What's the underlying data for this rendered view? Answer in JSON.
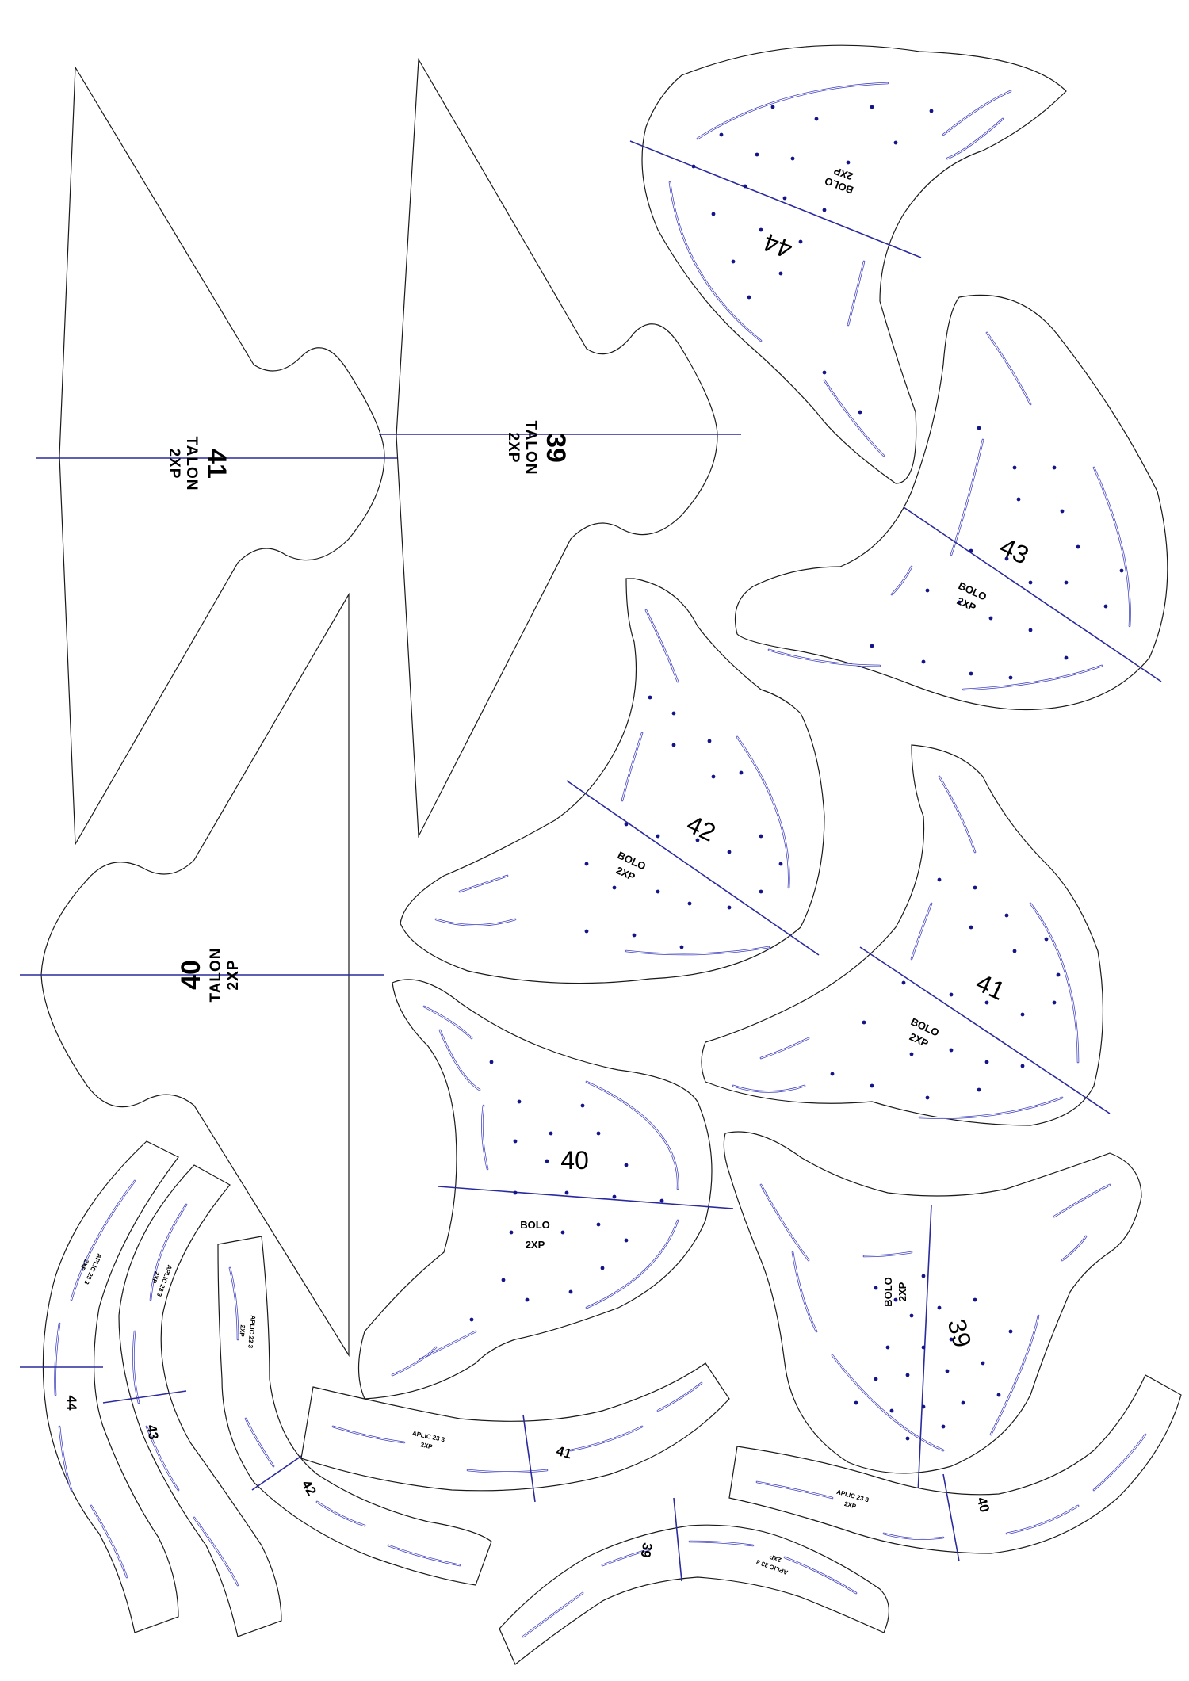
{
  "sheet": {
    "background": "#ffffff",
    "outline_color": "#1a1a1a",
    "guide_color": "#2a2a9e",
    "dot_color": "#14148a"
  },
  "talon": [
    {
      "number": "41",
      "name": "TALON",
      "qty": "2XP"
    },
    {
      "number": "39",
      "name": "TALON",
      "qty": "2XP"
    },
    {
      "number": "40",
      "name": "TALON",
      "qty": "2XP"
    }
  ],
  "bolo": [
    {
      "number": "44",
      "name": "BOLO",
      "qty": "2XP"
    },
    {
      "number": "43",
      "name": "BOLO",
      "qty": "2XP"
    },
    {
      "number": "42",
      "name": "BOLO",
      "qty": "2XP"
    },
    {
      "number": "41",
      "name": "BOLO",
      "qty": "2XP"
    },
    {
      "number": "40",
      "name": "BOLO",
      "qty": "2XP"
    },
    {
      "number": "39",
      "name": "BOLO",
      "qty": "2XP"
    }
  ],
  "aplic": [
    {
      "number": "44",
      "name": "APLIC 23 3",
      "qty": "2XP"
    },
    {
      "number": "43",
      "name": "APLIC 23 3",
      "qty": "2XP"
    },
    {
      "number": "42",
      "name": "APLIC 23 3",
      "qty": "2XP"
    },
    {
      "number": "41",
      "name": "APLIC 23 3",
      "qty": "2XP"
    },
    {
      "number": "40",
      "name": "APLIC 23 3",
      "qty": "2XP"
    },
    {
      "number": "39",
      "name": "APLIC 23 3",
      "qty": "2XP"
    }
  ]
}
